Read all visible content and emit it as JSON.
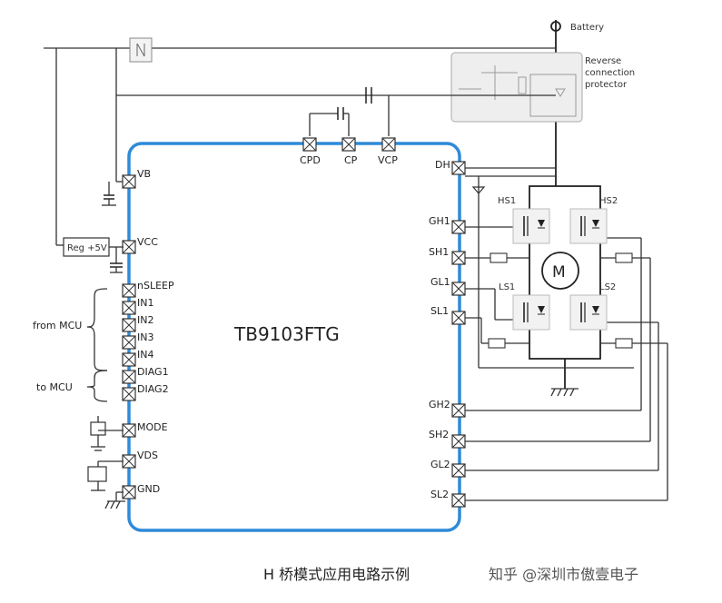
{
  "chip_name": "TB9103FTG",
  "battery_label": "Battery",
  "reverse_protector_lines": [
    "Reverse",
    "connection",
    "protector"
  ],
  "top_pins": [
    "CPD",
    "CP",
    "VCP"
  ],
  "left_pins": [
    "VB",
    "VCC",
    "nSLEEP",
    "IN1",
    "IN2",
    "IN3",
    "IN4",
    "DIAG1",
    "DIAG2",
    "MODE",
    "VDS",
    "GND"
  ],
  "right_pins": [
    "DH",
    "GH1",
    "SH1",
    "GL1",
    "SL1",
    "GH2",
    "SH2",
    "GL2",
    "SL2"
  ],
  "regulator_label": "Reg +5V",
  "from_mcu_label": "from MCU",
  "to_mcu_label": "to MCU",
  "mosfets": [
    "HS1",
    "HS2",
    "LS1",
    "LS2"
  ],
  "motor_label": "M",
  "caption": "H 桥模式应用电路示例",
  "watermark": "知乎 @深圳市傲壹电子",
  "colors": {
    "chip_border": "#2f8ad8",
    "wire": "#333333",
    "protector_fill": "#eeeeee"
  }
}
